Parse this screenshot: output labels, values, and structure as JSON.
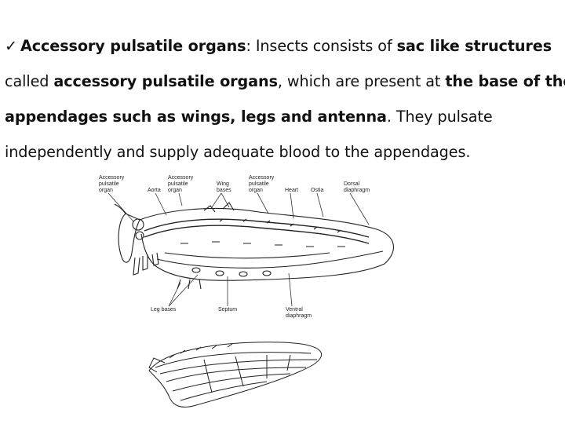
{
  "text": {
    "line1": {
      "check_icon": "✓",
      "term": "Accessory pulsatile organs",
      "colon": ": Insects consists of ",
      "sac": "sac like structures"
    },
    "line2": {
      "prefix": "called ",
      "term": "accessory pulsatile organs",
      "middle": ", which are present at ",
      "base": "the base of the"
    },
    "line3": {
      "appendages": "appendages such as wings, legs and antenna",
      "rest": ". They pulsate"
    },
    "line4": {
      "text": "independently and supply adequate blood to the appendages."
    }
  },
  "figure": {
    "labels": {
      "apo1": [
        "Accessory",
        "pulsatile",
        "organ"
      ],
      "aorta": "Aorta",
      "apo2": [
        "Accessory",
        "pulsatile",
        "organ"
      ],
      "wing_bases": [
        "Wing",
        "bases"
      ],
      "apo3": [
        "Accessory",
        "pulsatile",
        "organ"
      ],
      "heart": "Heart",
      "ostia": "Ostia",
      "dorsal": [
        "Dorsal",
        "diaphragm"
      ],
      "leg_bases": "Leg bases",
      "septum": "Septum",
      "ventral": [
        "Ventral",
        "diaphragm"
      ]
    }
  }
}
